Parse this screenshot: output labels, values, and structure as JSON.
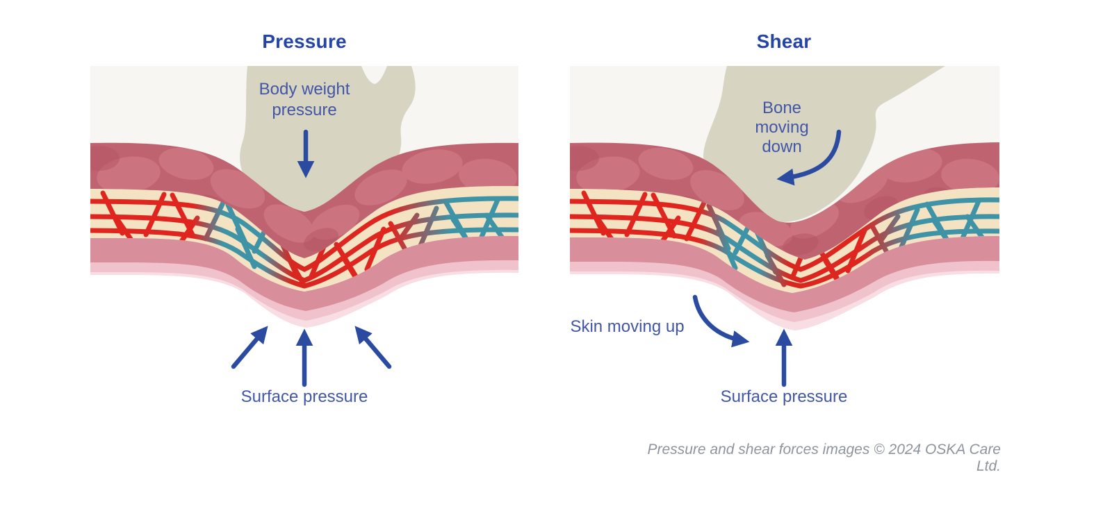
{
  "panels": {
    "pressure": {
      "title": "Pressure",
      "bone_label": "Body weight pressure",
      "surface_label": "Surface pressure"
    },
    "shear": {
      "title": "Shear",
      "bone_label": "Bone moving down",
      "skin_label": "Skin moving up",
      "surface_label": "Surface pressure"
    }
  },
  "credit": "Pressure and shear forces images © 2024 OSKA Care Ltd.",
  "colors": {
    "title_blue": "#2545a5",
    "label_blue": "#4156a5",
    "arrow_blue": "#2b4ba1",
    "panel_bg": "#f7f6f3",
    "bone_beige": "#d7d4c2",
    "muscle_base": "#c06370",
    "muscle_blob_light": "#cd7681",
    "muscle_blob_dark": "#b2525f",
    "capillary_cream": "#f3e3c3",
    "vessel_red": "#e0251f",
    "vessel_teal": "#3f93a6",
    "skin_mid": "#d98e9c",
    "skin_light": "#f0c2cc",
    "skin_pale": "#f8dde3",
    "credit_gray": "#8e949d"
  }
}
